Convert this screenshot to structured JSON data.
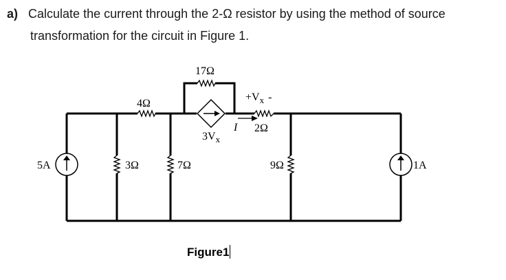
{
  "question": {
    "label": "a)",
    "line1": "Calculate the current through the 2-Ω resistor by using the method of source",
    "line2": "transformation for the circuit in Figure 1."
  },
  "circuit": {
    "r17": "17Ω",
    "r4": "4Ω",
    "vx_label": "+V",
    "vx_sub": "x",
    "vx_minus": "-",
    "current_label": "I",
    "r2": "2Ω",
    "dep_source": "3V",
    "dep_sub": "x",
    "src5": "5A",
    "r3": "3Ω",
    "r7": "7Ω",
    "r9": "9Ω",
    "src1": "1A"
  },
  "caption": "Figure1"
}
